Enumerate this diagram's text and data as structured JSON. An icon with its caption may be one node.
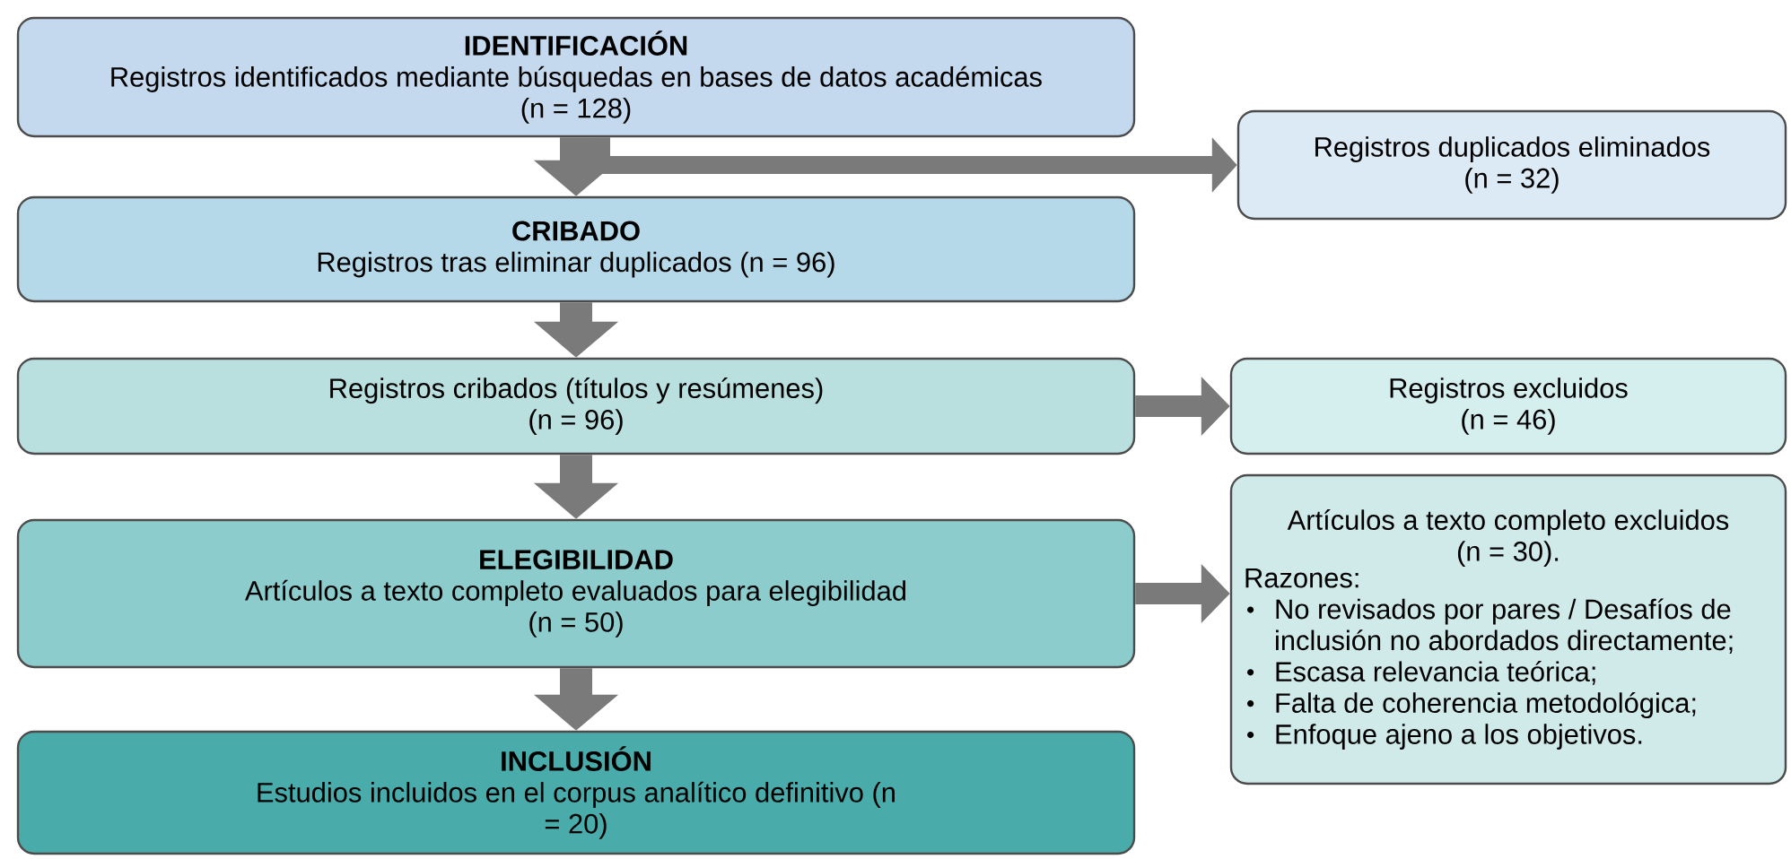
{
  "diagram": {
    "nodes": [
      {
        "text": [
          "IDENTIFICACIÓN",
          "Registros identificados mediante búsquedas en bases de datos académicas (n = 128)"
        ]
      },
      {
        "text": [
          "Registros duplicados eliminados (n = 32)"
        ]
      },
      {
        "text": [
          "CRIBADO",
          "Registros tras eliminar duplicados (n = 96)"
        ]
      },
      {
        "text": [
          "Registros cribados (títulos y resúmenes) (n = 96)"
        ]
      },
      {
        "text": [
          "Registros excluidos (n = 46)"
        ]
      },
      {
        "text": [
          "ELEGIBILIDAD",
          "Artículos a texto completo evaluados para elegibilidad (n = 50)"
        ]
      },
      {
        "text": [
          "Artículos a texto completo excluidos (n = 30).",
          "Razones:",
          "No revisados por pares / Desafíos de inclusión no abordados directamente;",
          "Escasa relevancia teórica;",
          "Falta de coherencia metodológica;",
          "Enfoque ajeno a los objetivos."
        ]
      },
      {
        "text": [
          "INCLUSIÓN",
          "Estudios incluidos en el corpus analítico definitivo (n = 20)"
        ]
      }
    ],
    "edges": [
      {
        "from": 0,
        "to": 2,
        "arrow": "to"
      },
      {
        "from": 0,
        "to": 1,
        "arrow": "to"
      },
      {
        "from": 2,
        "to": 3,
        "arrow": "to"
      },
      {
        "from": 3,
        "to": 4,
        "arrow": "to"
      },
      {
        "from": 3,
        "to": 5,
        "arrow": "to"
      },
      {
        "from": 5,
        "to": 6,
        "arrow": "to"
      },
      {
        "from": 5,
        "to": 7,
        "arrow": "to"
      }
    ]
  }
}
